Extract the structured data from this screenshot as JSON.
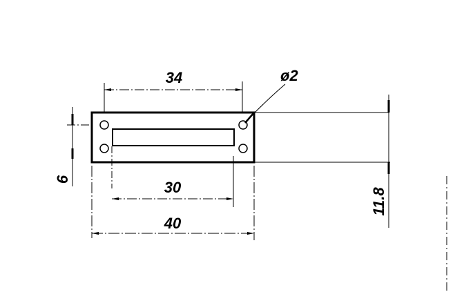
{
  "drawing": {
    "dimensions": {
      "hole_spacing": "34",
      "hole_diameter": "ø2",
      "height": "11.8",
      "vertical_hole_offset": "6",
      "slot_length": "30",
      "overall_length": "40"
    },
    "colors": {
      "line": "#000000",
      "background": "#ffffff"
    }
  }
}
